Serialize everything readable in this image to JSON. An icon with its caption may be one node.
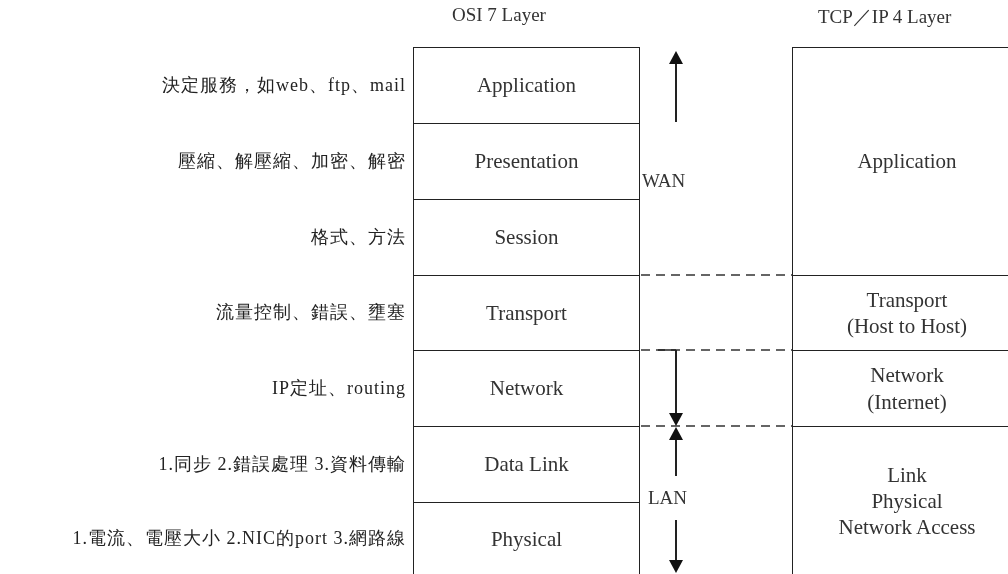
{
  "diagram": {
    "nodes": [
      {
        "text": [
          "Application"
        ],
        "beside": [
          "決定服務，如web、ftp、mail"
        ]
      },
      {
        "text": [
          "Presentation"
        ],
        "beside": [
          "壓縮、解壓縮、加密、解密"
        ]
      },
      {
        "text": [
          "Session"
        ],
        "beside": [
          "格式、方法"
        ]
      },
      {
        "text": [
          "Transport"
        ],
        "beside": [
          "流量控制、錯誤、壅塞"
        ]
      },
      {
        "text": [
          "Network"
        ],
        "beside": [
          "IP定址、routing"
        ]
      },
      {
        "text": [
          "Data Link"
        ],
        "beside": [
          "1.同步 2.錯誤處理 3.資料傳輸"
        ]
      },
      {
        "text": [
          "Physical"
        ],
        "beside": [
          "1.電流、電壓大小 2.NIC的port 3.網路線"
        ]
      },
      {
        "text": [
          "Application"
        ]
      },
      {
        "text": [
          "Transport",
          "(Host to Host)"
        ]
      },
      {
        "text": [
          "Network",
          "(Internet)"
        ]
      },
      {
        "text": [
          "Link",
          "Physical",
          "Network Access"
        ]
      }
    ],
    "labels": [
      "OSI 7 Layer",
      "TCP／IP 4 Layer",
      "WAN",
      "LAN"
    ]
  }
}
